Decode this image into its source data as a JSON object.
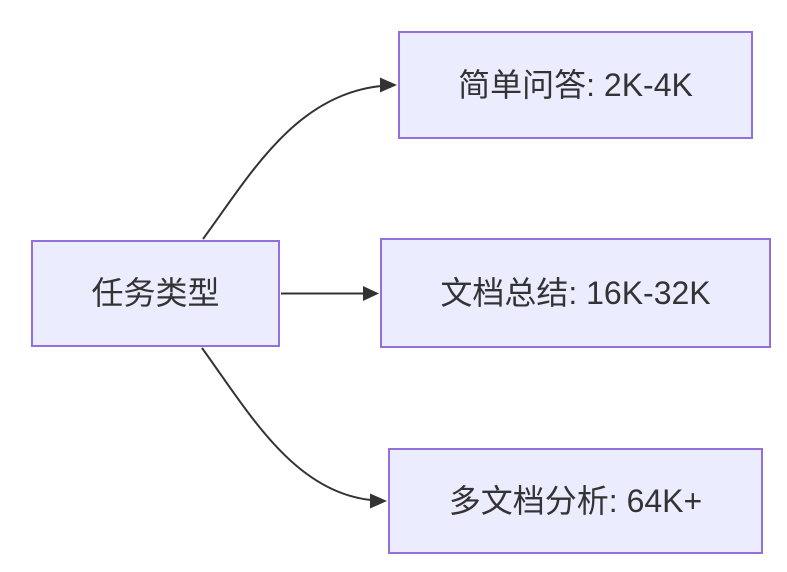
{
  "diagram": {
    "type": "flowchart",
    "direction": "left-to-right",
    "root": {
      "id": "task-type",
      "label": "任务类型"
    },
    "branches": [
      {
        "id": "simple-qa",
        "label": "简单问答: 2K-4K"
      },
      {
        "id": "doc-summary",
        "label": "文档总结: 16K-32K"
      },
      {
        "id": "multi-doc",
        "label": "多文档分析: 64K+"
      }
    ],
    "edges": [
      {
        "from": "task-type",
        "to": "simple-qa"
      },
      {
        "from": "task-type",
        "to": "doc-summary"
      },
      {
        "from": "task-type",
        "to": "multi-doc"
      }
    ],
    "colors": {
      "node_fill": "#ECECFF",
      "node_border": "#9370DB",
      "edge": "#333333",
      "text": "#333333",
      "canvas": "#FFFFFF"
    }
  }
}
